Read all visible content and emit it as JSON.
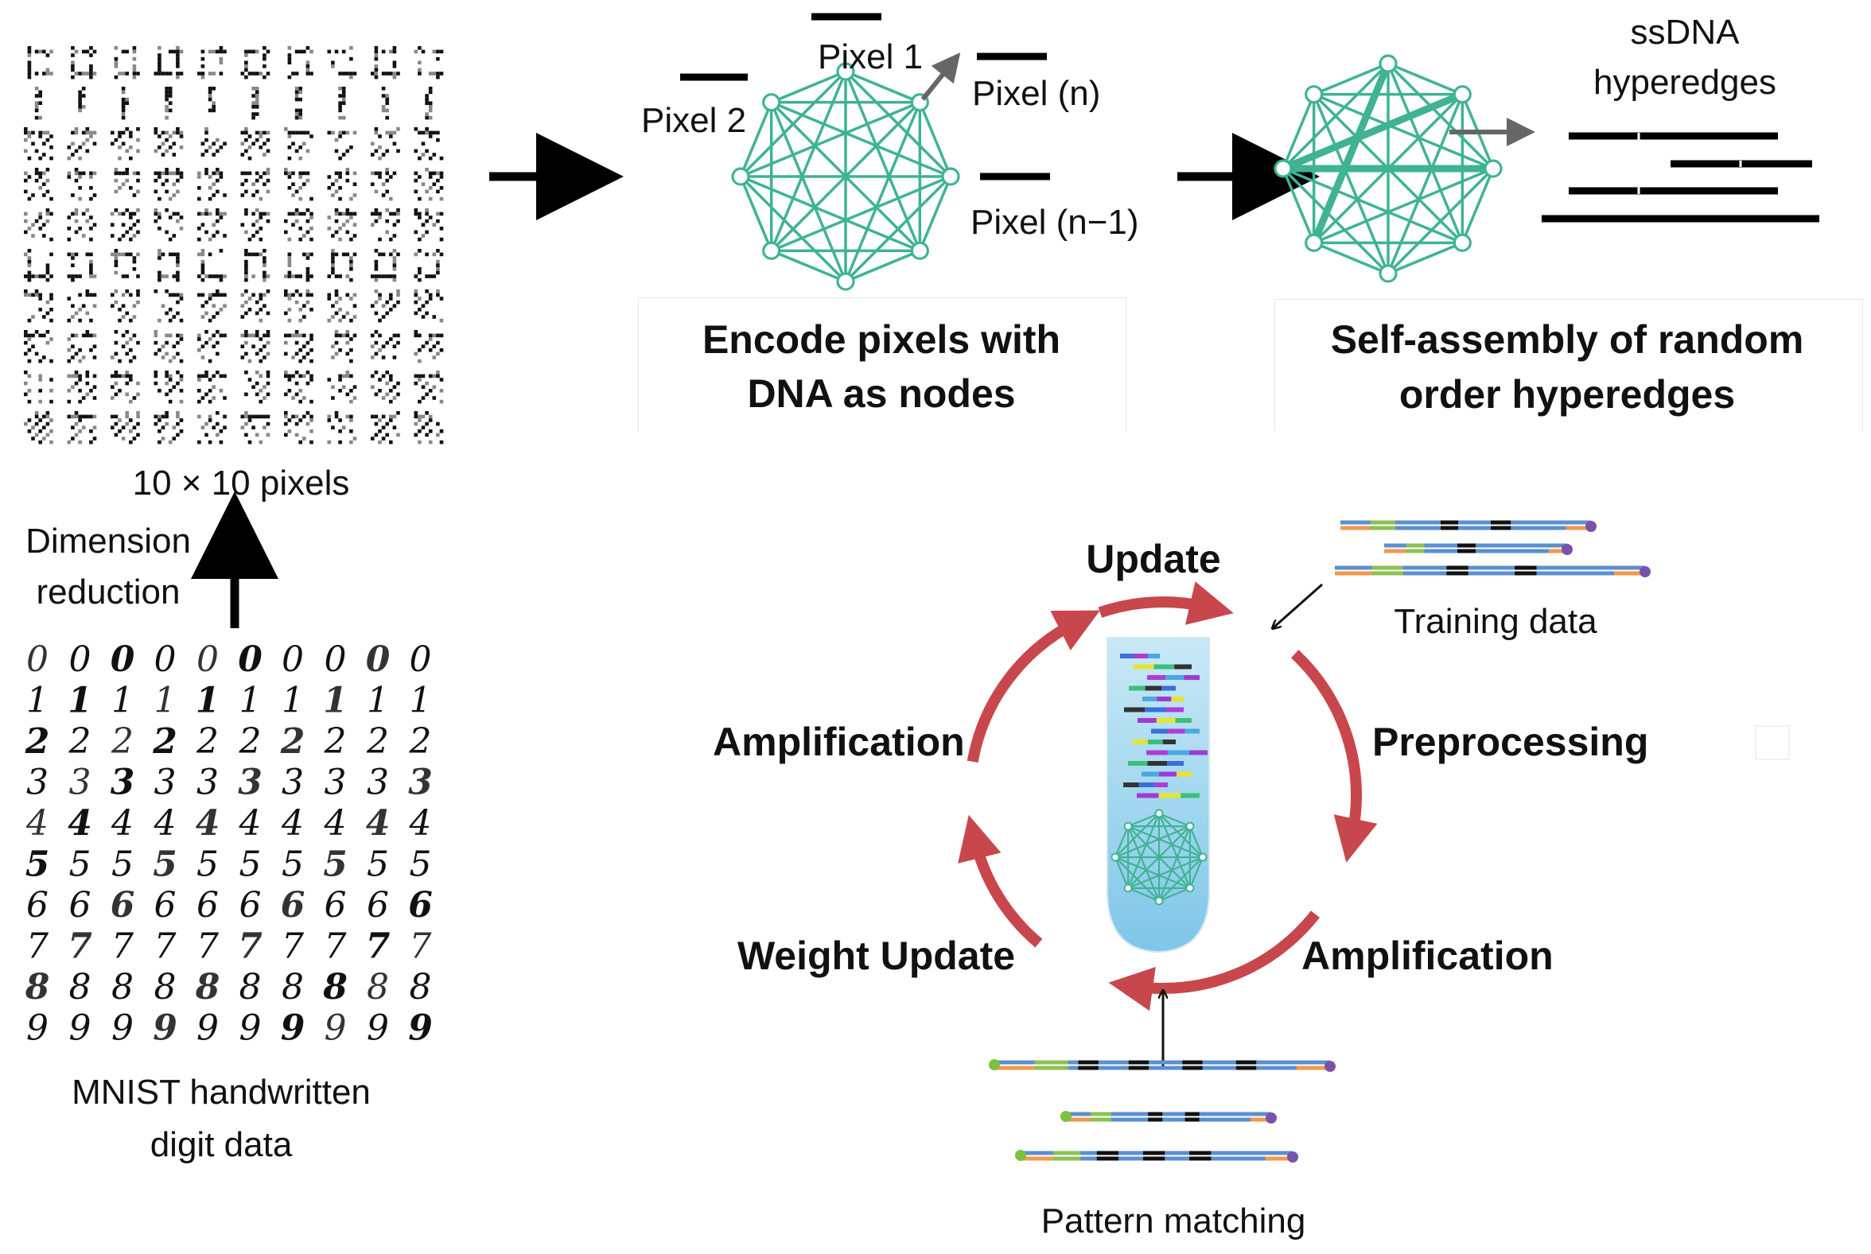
{
  "colors": {
    "network": "#3fb393",
    "cycle": "#c8474c",
    "tube_top": "#c9e9f6",
    "tube_bottom": "#7fc6e8",
    "dna_blue": "#5b8fd0",
    "dna_orange": "#f1994c",
    "dna_green": "#8cc152",
    "dna_black": "#111111",
    "dna_purple": "#7a53a8",
    "dna_end_green": "#7cc242"
  },
  "left": {
    "pixel_grid_caption": "10 × 10 pixels",
    "dimension_reduction": [
      "Dimension",
      "reduction"
    ],
    "mnist_caption": [
      "MNIST handwritten",
      "digit data"
    ],
    "mnist_digits": [
      "0",
      "1",
      "2",
      "3",
      "4",
      "5",
      "6",
      "7",
      "8",
      "9"
    ]
  },
  "encode": {
    "pixel_1": "Pixel 1",
    "pixel_2": "Pixel 2",
    "pixel_n": "Pixel (n)",
    "pixel_n_minus_1": "Pixel (n−1)",
    "caption": [
      "Encode pixels with",
      "DNA as nodes"
    ]
  },
  "assembly": {
    "ssdna_label": [
      "ssDNA",
      "hyperedges"
    ],
    "caption": [
      "Self-assembly of random",
      "order hyperedges"
    ]
  },
  "cycle": {
    "update": "Update",
    "preprocessing": "Preprocessing",
    "amplification_right": "Amplification",
    "weight_update": "Weight Update",
    "amplification_left": "Amplification",
    "training_data": "Training data",
    "pattern_matching": "Pattern matching"
  }
}
